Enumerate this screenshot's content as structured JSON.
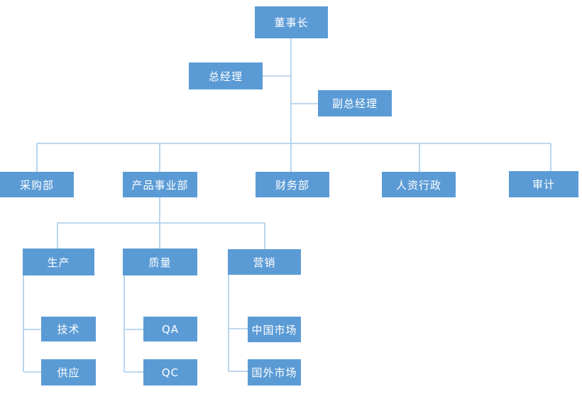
{
  "diagram": {
    "type": "org-chart",
    "colors": {
      "background": "#FFFFFF",
      "node_fill": "#5B9BD5",
      "node_text": "#FFFFFF",
      "connector": "#A8CBEA"
    },
    "nodes": {
      "chairman": {
        "label": "董事长"
      },
      "general_manager": {
        "label": "总经理"
      },
      "deputy_general_manager": {
        "label": "副总经理"
      },
      "procurement": {
        "label": "采购部"
      },
      "product_division": {
        "label": "产品事业部"
      },
      "finance": {
        "label": "财务部"
      },
      "hr_admin": {
        "label": "人资行政"
      },
      "audit": {
        "label": "审计"
      },
      "production": {
        "label": "生产"
      },
      "quality": {
        "label": "质量"
      },
      "marketing": {
        "label": "营销"
      },
      "technology": {
        "label": "技术"
      },
      "supply": {
        "label": "供应"
      },
      "qa": {
        "label": "QA"
      },
      "qc": {
        "label": "QC"
      },
      "china_market": {
        "label": "中国市场"
      },
      "overseas_market": {
        "label": "国外市场"
      }
    },
    "edges": [
      {
        "from": "chairman",
        "to": "general_manager"
      },
      {
        "from": "chairman",
        "to": "deputy_general_manager"
      },
      {
        "from": "chairman",
        "to": "procurement"
      },
      {
        "from": "chairman",
        "to": "product_division"
      },
      {
        "from": "chairman",
        "to": "finance"
      },
      {
        "from": "chairman",
        "to": "hr_admin"
      },
      {
        "from": "chairman",
        "to": "audit"
      },
      {
        "from": "product_division",
        "to": "production"
      },
      {
        "from": "product_division",
        "to": "quality"
      },
      {
        "from": "product_division",
        "to": "marketing"
      },
      {
        "from": "production",
        "to": "technology"
      },
      {
        "from": "production",
        "to": "supply"
      },
      {
        "from": "quality",
        "to": "qa"
      },
      {
        "from": "quality",
        "to": "qc"
      },
      {
        "from": "marketing",
        "to": "china_market"
      },
      {
        "from": "marketing",
        "to": "overseas_market"
      }
    ]
  }
}
